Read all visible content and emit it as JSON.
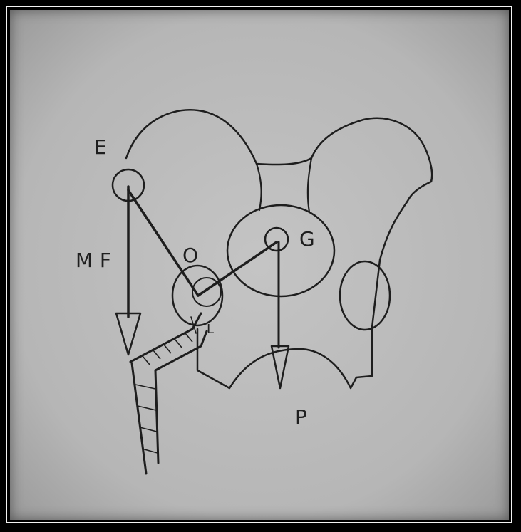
{
  "labels": {
    "e": "E",
    "o": "O",
    "g": "G",
    "mf": "MF",
    "p": "P",
    "l": "L"
  },
  "colors": {
    "background": "#c0c0c0",
    "ink": "#1e1e1e",
    "frame": "#000000"
  }
}
